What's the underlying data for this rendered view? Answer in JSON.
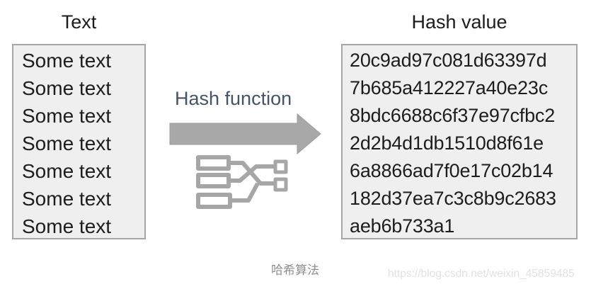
{
  "left_panel": {
    "title": "Text",
    "lines": [
      "Some text",
      "Some text",
      "Some text",
      "Some text",
      "Some text",
      "Some text",
      "Some text"
    ]
  },
  "middle": {
    "label": "Hash function",
    "arrow_icon": "right-arrow",
    "mapping_icon": "hash-mapping"
  },
  "right_panel": {
    "title": "Hash value",
    "lines": [
      "20c9ad97c081d63397d",
      "7b685a412227a40e23c",
      "8bdc6688c6f37e97cfbc2",
      "2d2b4d1db1510d8f61e",
      "6a8866ad7f0e17c02b14",
      "182d37ea7c3c8b9c2683",
      "aeb6b733a1"
    ]
  },
  "footer": {
    "caption": "哈希算法",
    "watermark": "https://blog.csdn.net/weixin_45859485"
  },
  "colors": {
    "box_background": "#f0efef",
    "box_border": "#a6a6a6",
    "body_text": "#1d1d1d",
    "label_accent": "#44546a",
    "shape_gray": "#a8a8a8",
    "caption_gray": "#8f8f8f",
    "watermark_gray": "#e2e2e2"
  }
}
